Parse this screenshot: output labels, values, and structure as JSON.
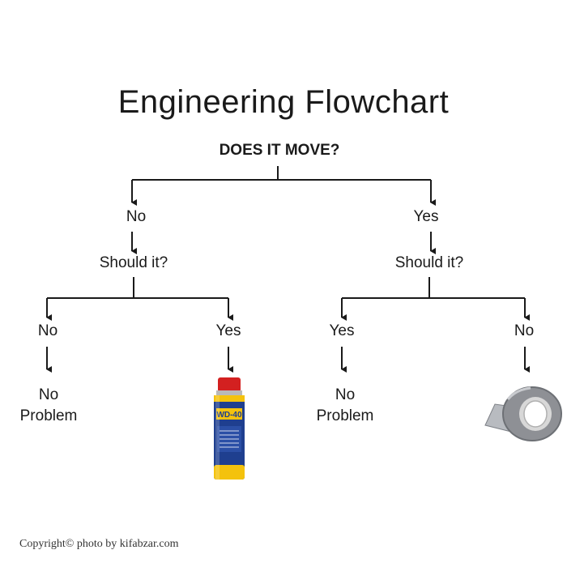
{
  "title": "Engineering Flowchart",
  "question": "DOES IT MOVE?",
  "branches": {
    "left": {
      "answer": "No",
      "follow_up": "Should it?",
      "left": {
        "answer": "No",
        "outcome_line1": "No",
        "outcome_line2": "Problem"
      },
      "right": {
        "answer": "Yes",
        "outcome_image": "wd40-can-icon",
        "can_label": "WD-40"
      }
    },
    "right": {
      "answer": "Yes",
      "follow_up": "Should it?",
      "left": {
        "answer": "Yes",
        "outcome_line1": "No",
        "outcome_line2": "Problem"
      },
      "right": {
        "answer": "No",
        "outcome_image": "duct-tape-icon"
      }
    }
  },
  "copyright": "Copyright© photo by kifabzar.com",
  "colors": {
    "wd40_blue": "#1f3f8f",
    "wd40_yellow": "#f4c20d",
    "wd40_red": "#d32020",
    "tape_gray": "#8e9095"
  }
}
